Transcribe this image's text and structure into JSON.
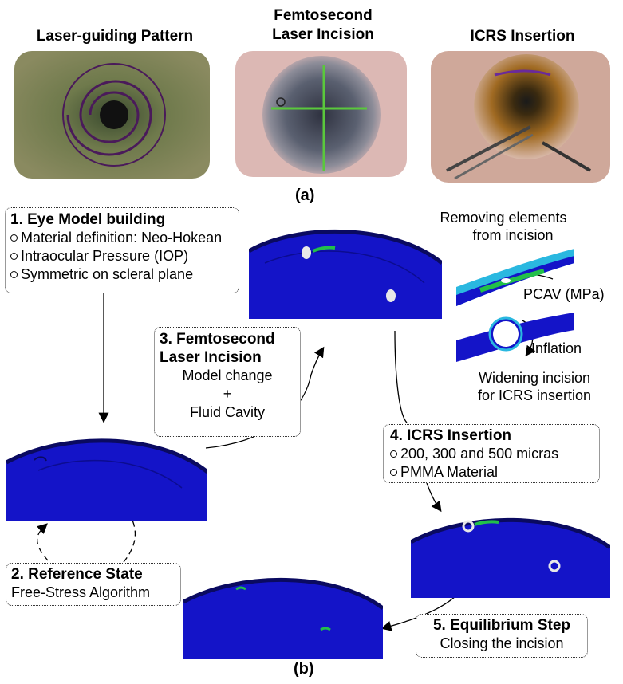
{
  "panel_a": {
    "titles": {
      "pattern": "Laser-guiding Pattern",
      "incision_1": "Femtosecond",
      "incision_2": "Laser Incision",
      "icrs": "ICRS Insertion"
    },
    "caption": "(a)"
  },
  "panel_b": {
    "caption": "(b)",
    "step1": {
      "title": "1. Eye Model building",
      "items": [
        "Material definition: Neo-Hokean",
        "Intraocular Pressure (IOP)",
        "Symmetric on scleral plane"
      ]
    },
    "step2": {
      "title": "2. Reference State",
      "line": "Free-Stress Algorithm"
    },
    "step3": {
      "title_1": "3. Femtosecond",
      "title_2": "Laser Incision",
      "line1": "Model change",
      "plus": "+",
      "line2": "Fluid Cavity"
    },
    "step4": {
      "title": "4. ICRS Insertion",
      "items": [
        "200, 300 and 500 micras",
        "PMMA Material"
      ]
    },
    "step5": {
      "title": "5. Equilibrium Step",
      "line": "Closing the incision"
    },
    "annotations": {
      "removing_1": "Removing elements",
      "removing_2": "from incision",
      "pcav": "PCAV (MPa)",
      "inflation": "Inflation",
      "widening_1": "Widening incision",
      "widening_2": "for ICRS insertion"
    }
  },
  "colors": {
    "mesh_blue": "#1414c8",
    "mesh_dark": "#0a0a70",
    "green_band": "#22c04a",
    "cyan_band": "#2ab8e0"
  }
}
